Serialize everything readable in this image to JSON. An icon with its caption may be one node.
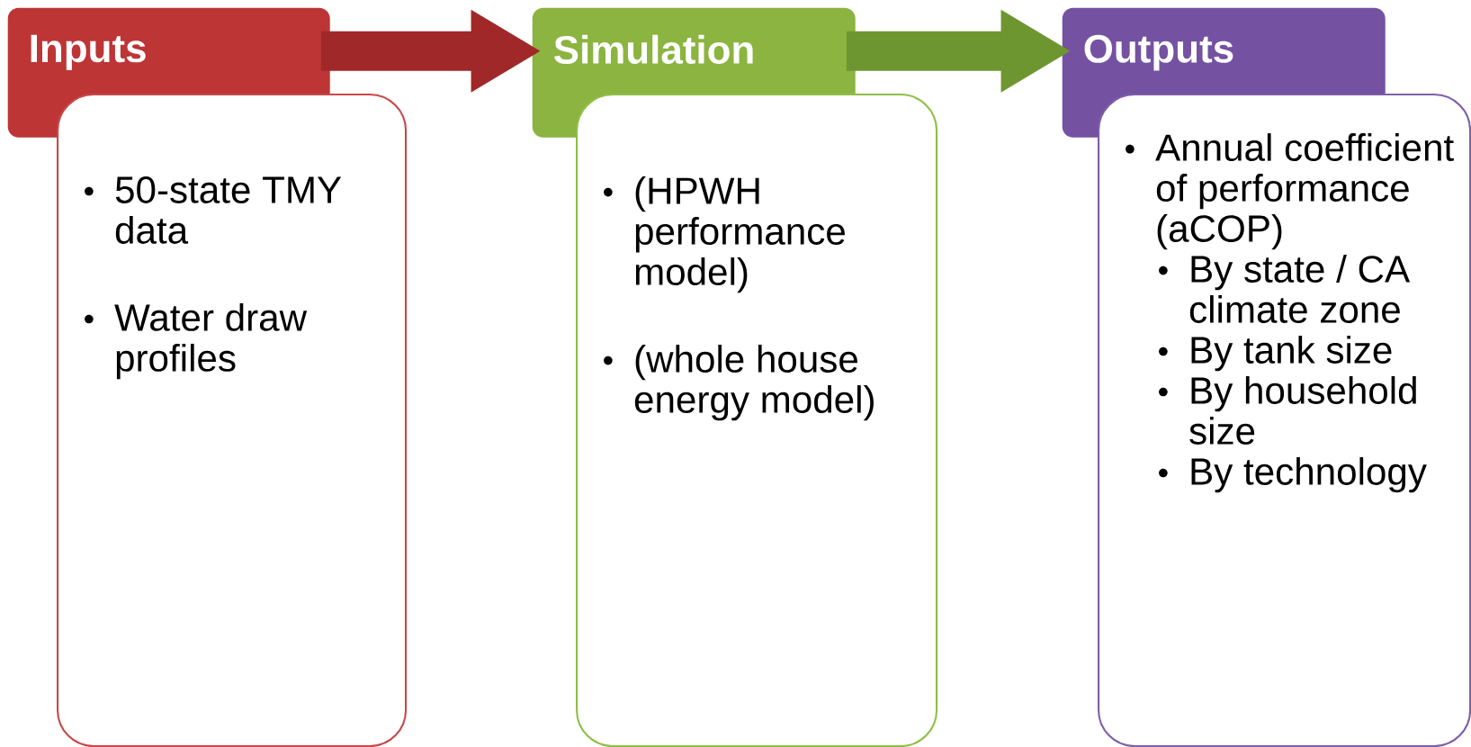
{
  "diagram": {
    "nodes": [
      {
        "text": [
          "Inputs"
        ]
      },
      {
        "text": [
          "50-state TMY data",
          "Water draw profiles"
        ]
      },
      {
        "text": [
          "Simulation"
        ]
      },
      {
        "text": [
          "(HPWH performance model)",
          "(whole house energy model)"
        ]
      },
      {
        "text": [
          "Outputs"
        ]
      },
      {
        "text": [
          "Annual coefficient of performance (aCOP)",
          "By state / CA climate zone",
          "By tank size",
          "By household size",
          "By technology"
        ]
      }
    ],
    "edges": [
      {
        "from": 0,
        "to": 2,
        "arrow": "to",
        "color": "#a02828"
      },
      {
        "from": 2,
        "to": 4,
        "arrow": "to",
        "color": "#6e9630"
      }
    ]
  }
}
